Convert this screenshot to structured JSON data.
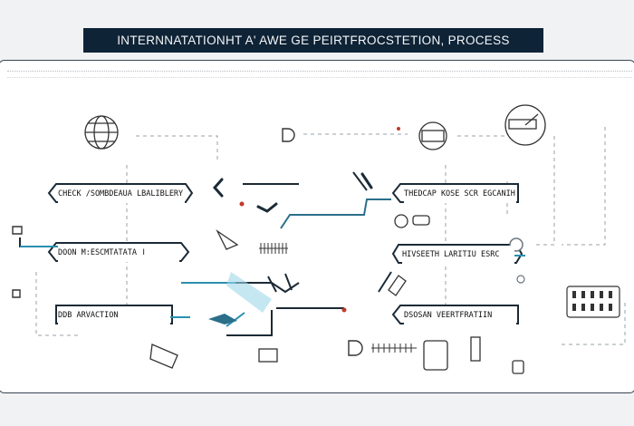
{
  "title": "INTERNNATATIONHT A' AWE  GE  PEIRTFROCSTETION, PROCESS",
  "labels": {
    "check": "CHECK /SOMBDEAUA LBALIBLERY",
    "doon": "DOON M:ESCMTATATA ǀ",
    "ddb": "DDB ARVACTION",
    "thedcap": "THEDCAP KOSE SCR EGCANIH",
    "hivs": "HIVSEETH LARITIU ESRC",
    "dsosan": "DSOSAN VEERTFRATIIN"
  },
  "colors": {
    "title_bg": "#0f2336",
    "line": "#1b2a36",
    "accent": "#2b8fb0",
    "marker": "#c0392b"
  }
}
